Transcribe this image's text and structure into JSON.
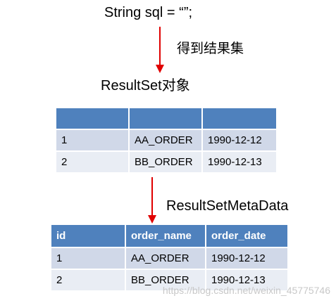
{
  "code_line": "String sql = “”;",
  "step_label": "得到结果集",
  "object_label": "ResultSet对象",
  "metadata_label": "ResultSetMetaData",
  "arrow_color": "#e00000",
  "header_color": "#4f81bd",
  "row_odd_color": "#d0d8e8",
  "row_even_color": "#e9edf4",
  "result_table": {
    "headers": [
      "",
      "",
      ""
    ],
    "rows": [
      [
        "1",
        "AA_ORDER",
        "1990-12-12"
      ],
      [
        "2",
        "BB_ORDER",
        "1990-12-13"
      ]
    ]
  },
  "metadata_table": {
    "headers": [
      "id",
      "order_name",
      "order_date"
    ],
    "rows": [
      [
        "1",
        "AA_ORDER",
        "1990-12-12"
      ],
      [
        "2",
        "BB_ORDER",
        "1990-12-13"
      ]
    ]
  },
  "watermark": "https://blog.csdn.net/weixin_45775746"
}
